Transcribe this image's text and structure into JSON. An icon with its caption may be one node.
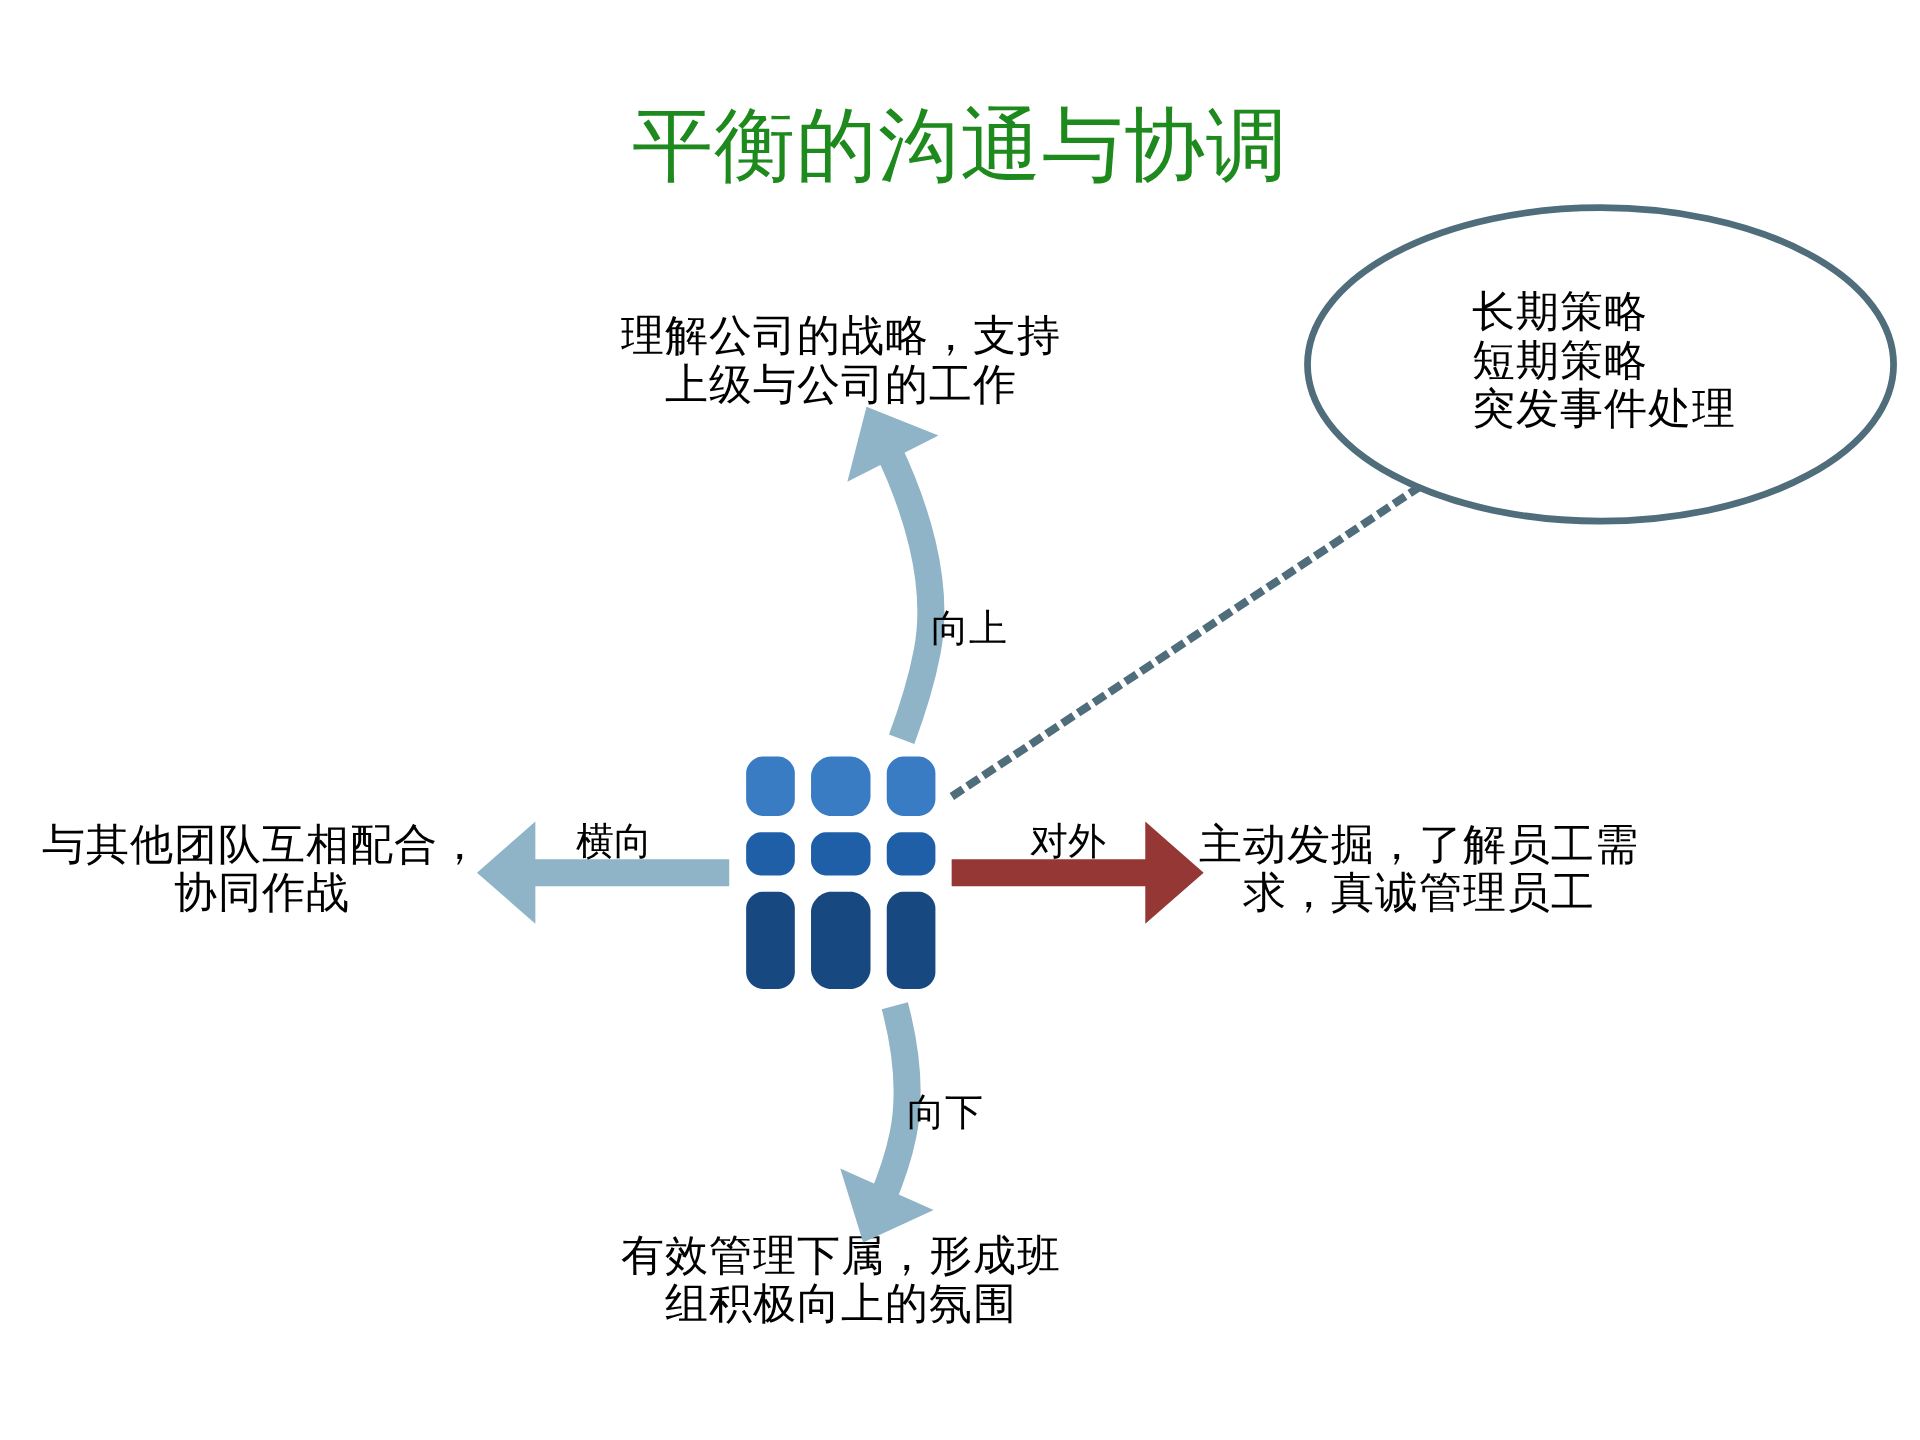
{
  "diagram": {
    "title": "平衡的沟通与协调",
    "nodes": [
      {
        "text": [],
        "shape": "picture"
      },
      {
        "text": [
          "理解公司的战略，支持上级与公司的工作"
        ]
      },
      {
        "text": [
          "与其他团队互相配合，协同作战"
        ]
      },
      {
        "text": [
          "主动发掘，了解员工需求，真诚管理员工"
        ]
      },
      {
        "text": [
          "有效管理下属，形成班组积极向上的氛围"
        ]
      },
      {
        "text": [
          "长期策略",
          "短期策略",
          "突发事件处理"
        ]
      }
    ],
    "edges": [
      {
        "from": 0,
        "to": 1,
        "arrow": "to",
        "label": "向上"
      },
      {
        "from": 0,
        "to": 2,
        "arrow": "to",
        "label": "横向"
      },
      {
        "from": 0,
        "to": 3,
        "arrow": "to",
        "label": "对外",
        "color": "#953735"
      },
      {
        "from": 0,
        "to": 4,
        "arrow": "to",
        "label": "向下"
      },
      {
        "from": 0,
        "to": 5,
        "arrow": "none",
        "style": "dashed",
        "color": "#4f6d7a"
      }
    ]
  }
}
